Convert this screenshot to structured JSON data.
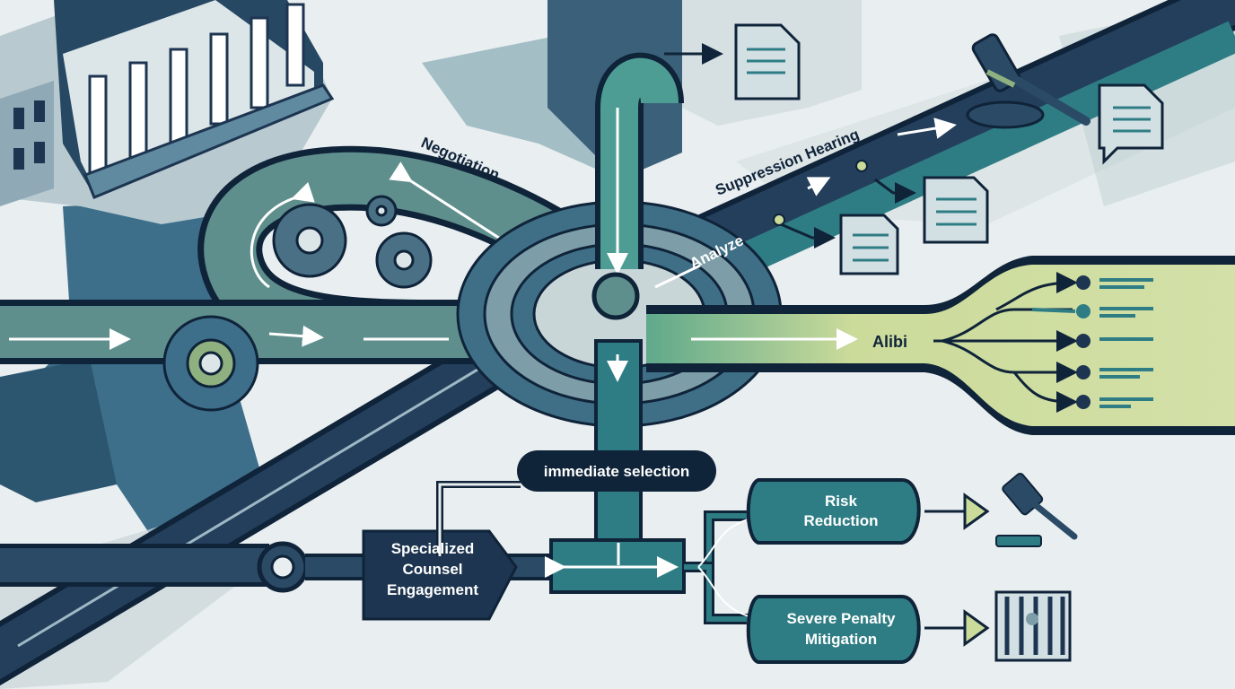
{
  "labels": {
    "negotiation": "Negotiation",
    "suppression_hearing": "Suppression Hearing",
    "analyze": "Analyze",
    "alibi": "Alibi",
    "immediate_selection": "immediate selection",
    "specialized_counsel": [
      "Specialized",
      "Counsel",
      "Engagement"
    ],
    "risk_reduction": [
      "Risk",
      "Reduction"
    ],
    "severe_penalty": [
      "Severe Penalty",
      "Mitigation"
    ]
  },
  "colors": {
    "navy": "#1d3550",
    "teal": "#2f7d84",
    "green": "#5fa98b",
    "lime": "#cbdb9a",
    "background": "#e9eef0",
    "map": "#3d6e8a"
  },
  "icons": [
    "courthouse-icon",
    "gavel-icon",
    "document-icon",
    "gear-icon",
    "jail-cell-icon",
    "state-map-icon"
  ]
}
